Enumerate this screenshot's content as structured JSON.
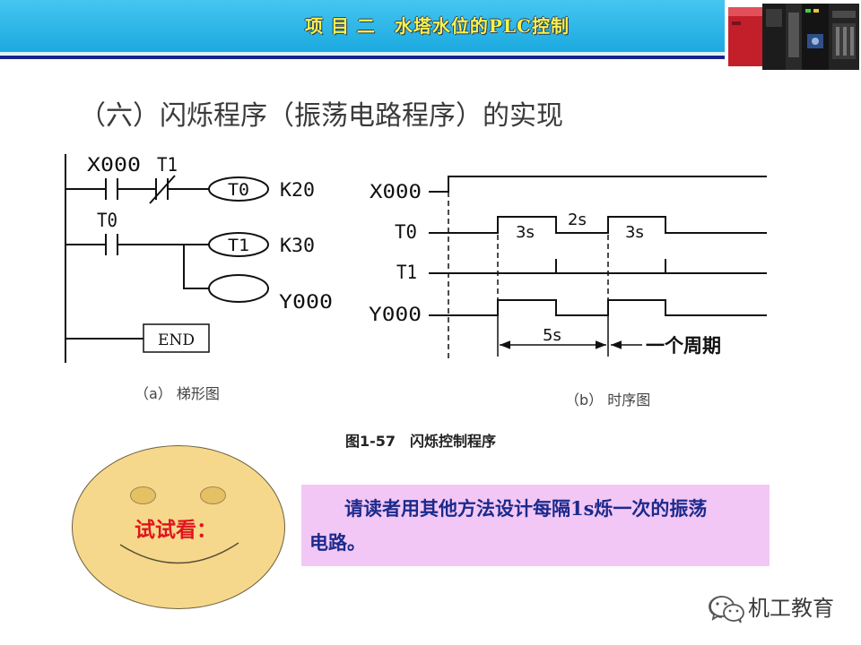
{
  "header": {
    "title": "项 目 二　水塔水位的PLC控制"
  },
  "slide": {
    "title": "（六）闪烁程序（振荡电路程序）的实现"
  },
  "ladder": {
    "contact_x000_label": "X000",
    "contact_t1_label": "T1",
    "coil_t0_label": "T0",
    "coil_t0_constant": "K20",
    "contact_t0_label": "T0",
    "coil_t1_label": "T1",
    "coil_t1_constant": "K30",
    "coil_y000_label": "Y000",
    "end_label": "END"
  },
  "timing": {
    "signals": [
      "X000",
      "T0",
      "T1",
      "Y000"
    ],
    "t0_first_on": "3s",
    "t0_off": "2s",
    "t0_second_on": "3s",
    "period_duration": "5s",
    "period_label": "一个周期"
  },
  "captions": {
    "ladder": "（a） 梯形图",
    "timing": "（b） 时序图",
    "figure": "图1-57　闪烁控制程序"
  },
  "smiley": {
    "text": "试试看："
  },
  "exercise": {
    "line1": "请读者用其他方法设计每隔1s烁一次的振荡",
    "line2": "电路。"
  },
  "watermark": {
    "icon": "wechat-icon",
    "text": "机工教育"
  },
  "colors": {
    "header_bg_top": "#45c6f1",
    "header_bg_bottom": "#1ba9de",
    "header_text": "#f7f24c",
    "header_line": "#17268a",
    "title_text": "#3a3a3a",
    "smiley_face": "#f6d88c",
    "smiley_text": "#e0141e",
    "exercise_bg": "#f3c7f5",
    "exercise_text": "#1b2a8c"
  }
}
